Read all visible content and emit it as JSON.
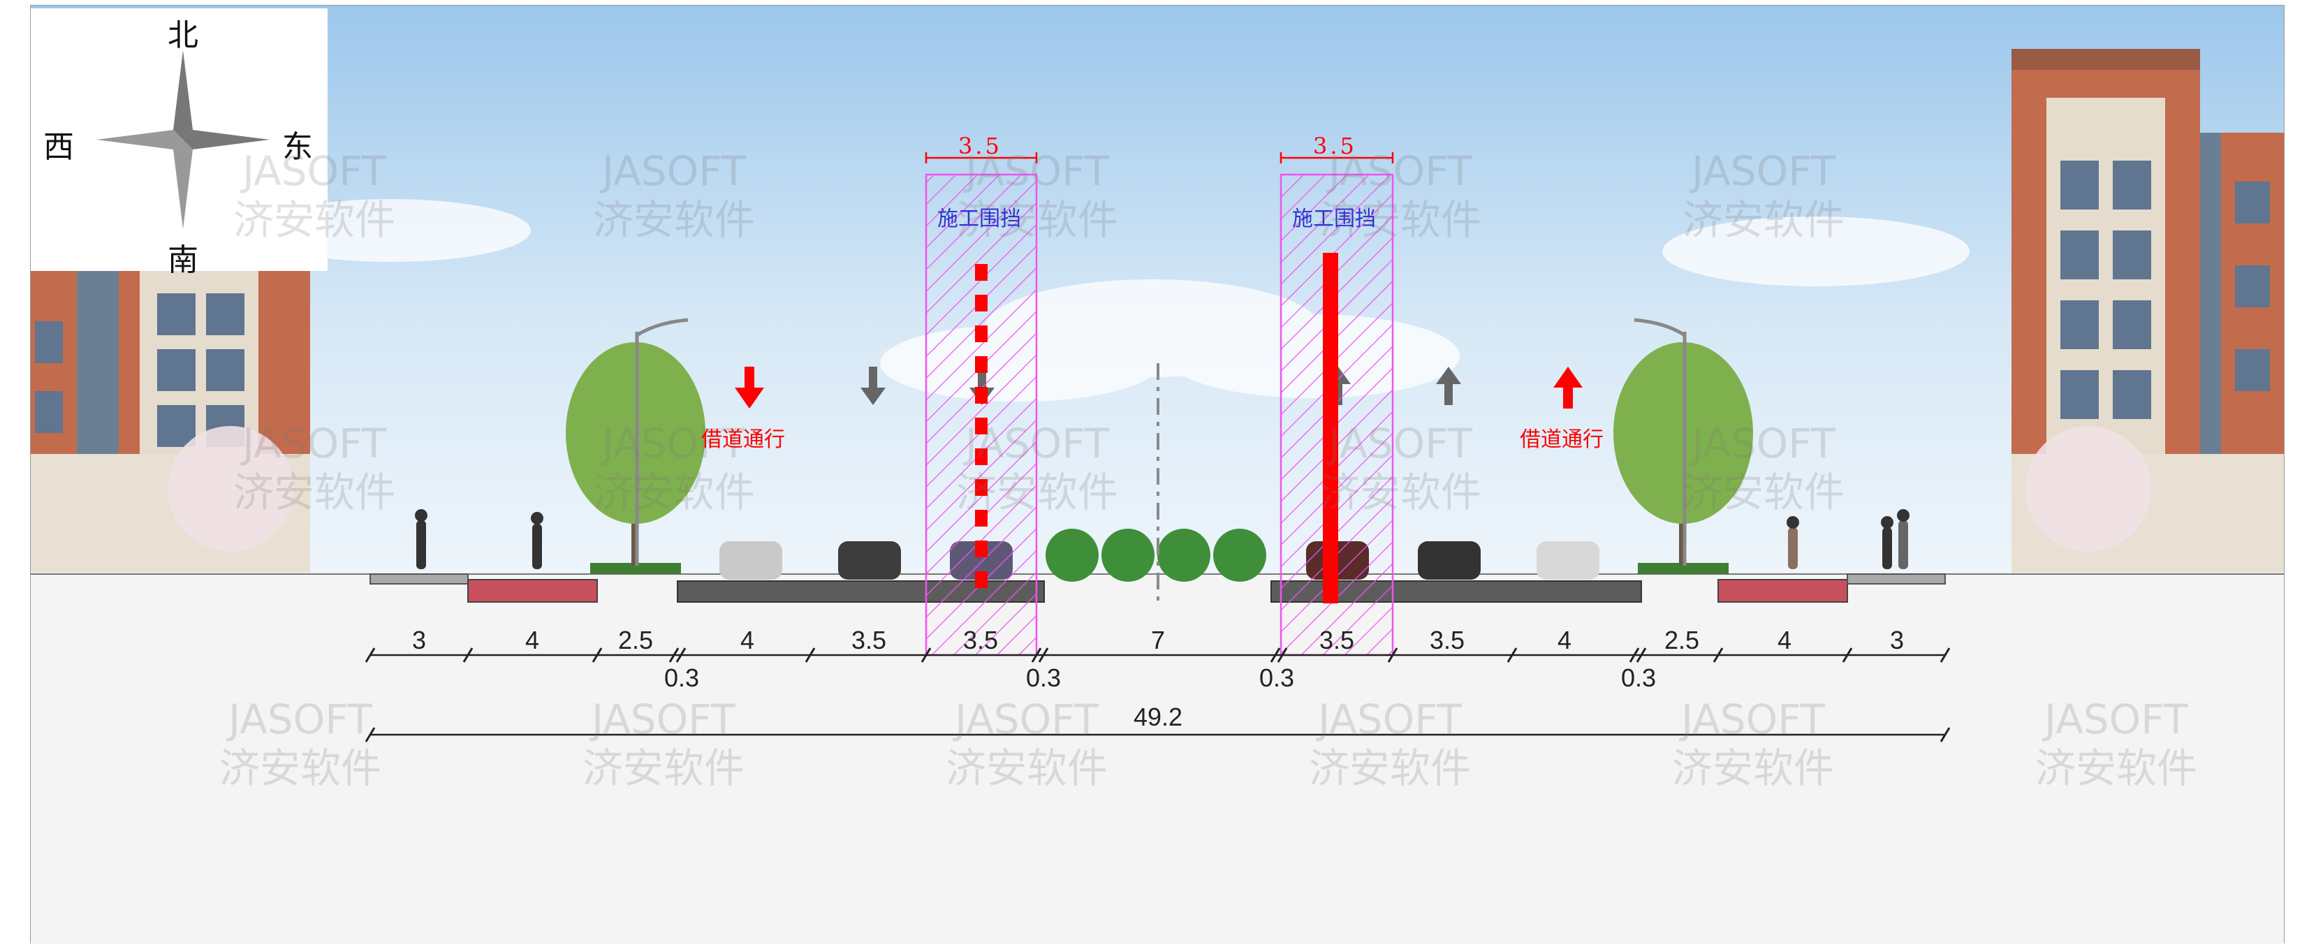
{
  "compass": {
    "north": "北",
    "south": "南",
    "west": "西",
    "east": "东"
  },
  "watermark": {
    "line1": "JASOFT",
    "line2": "济安软件"
  },
  "construction_zones": [
    {
      "width_label": "3.5",
      "label": "施工围挡"
    },
    {
      "width_label": "3.5",
      "label": "施工围挡"
    }
  ],
  "detour_labels": [
    "借道通行",
    "借道通行"
  ],
  "dimensions": {
    "segments": [
      "3",
      "4",
      "2.5",
      "4",
      "3.5",
      "3.5",
      "7",
      "3.5",
      "3.5",
      "4",
      "2.5",
      "4",
      "3"
    ],
    "gaps": [
      "0.3",
      "0.3",
      "0.3",
      "0.3"
    ],
    "total": "49.2"
  },
  "colors": {
    "construction_hatch": "#ee55ee",
    "barrier_red": "#ff0000",
    "label_blue": "#3333cc",
    "sky_top": "#a9d0ef"
  }
}
